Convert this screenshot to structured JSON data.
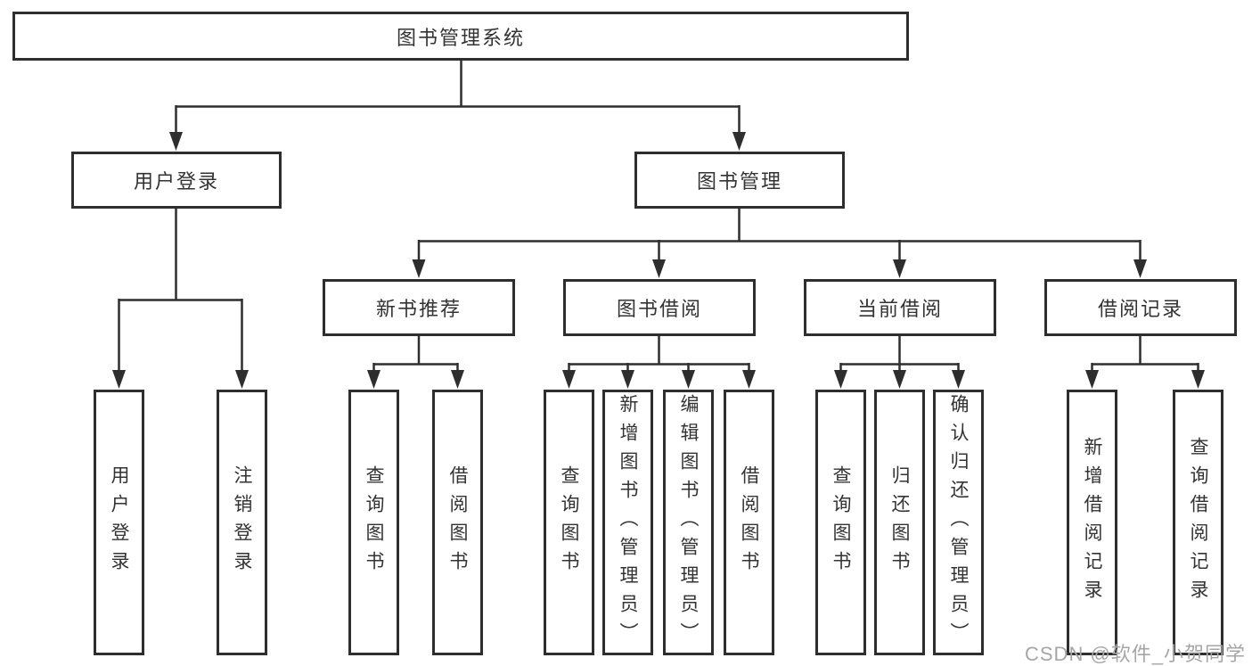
{
  "diagram": {
    "type": "hierarchy-tree",
    "root": {
      "label": "图书管理系统"
    },
    "branches": [
      {
        "label": "用户登录",
        "children": [
          {
            "label": "用户登录"
          },
          {
            "label": "注销登录"
          }
        ]
      },
      {
        "label": "图书管理",
        "children": [
          {
            "label": "新书推荐",
            "children": [
              {
                "label": "查询图书"
              },
              {
                "label": "借阅图书"
              }
            ]
          },
          {
            "label": "图书借阅",
            "children": [
              {
                "label": "查询图书"
              },
              {
                "label": "新增图书（管理员）"
              },
              {
                "label": "编辑图书（管理员）"
              },
              {
                "label": "借阅图书"
              }
            ]
          },
          {
            "label": "当前借阅",
            "children": [
              {
                "label": "查询图书"
              },
              {
                "label": "归还图书"
              },
              {
                "label": "确认归还（管理员）"
              }
            ]
          },
          {
            "label": "借阅记录",
            "children": [
              {
                "label": "新增借阅记录"
              },
              {
                "label": "查询借阅记录"
              }
            ]
          }
        ]
      }
    ]
  },
  "watermark": {
    "text": "CSDN @软件_小贺同学"
  },
  "colors": {
    "line": "#2e2e2e",
    "text": "#333333",
    "box_background": "#ffffff",
    "watermark": "#a6a6a6"
  }
}
